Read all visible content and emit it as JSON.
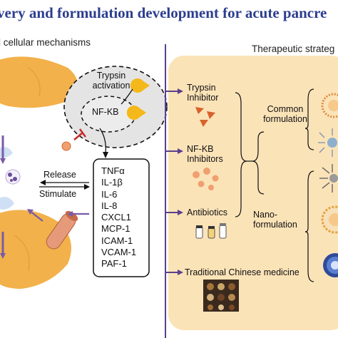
{
  "title": "very and formulation development for acute pancre",
  "left_panel": {
    "heading": "l cellular mechanisms",
    "trypsin_activation": [
      "Trypsin",
      "activation"
    ],
    "nfkb": "NF-KB",
    "release": "Release",
    "stimulate": "Stimulate",
    "mediators": [
      "TNFα",
      "IL-1β",
      "IL-6",
      "IL-8",
      "CXCL1",
      "MCP-1",
      "ICAM-1",
      "VCAM-1",
      "PAF-1"
    ]
  },
  "right_panel": {
    "heading": "Therapeutic strateg",
    "strategies": [
      [
        "Trypsin",
        "Inhibitor"
      ],
      [
        "NF-KB",
        "Inhibitors"
      ],
      [
        "Antibiotics"
      ],
      [
        "Traditional Chinese medicine"
      ]
    ],
    "common_formulation": [
      "Common",
      "formulation"
    ],
    "nano_formulation": [
      "Nano-",
      "formulation"
    ]
  },
  "colors": {
    "title": "#2c3e8f",
    "divider": "#5b3f8c",
    "panel_fill": "#fbe3b8",
    "pancreas": "#f2b14a",
    "cell": "#e4e4e4",
    "inhibitor": "#e0632a"
  }
}
